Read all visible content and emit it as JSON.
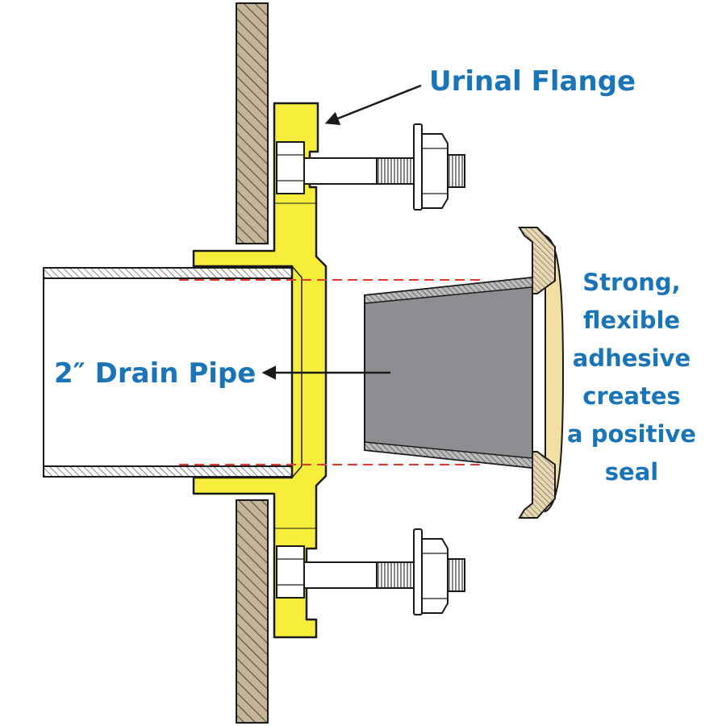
{
  "labels": {
    "flange": "Urinal Flange",
    "pipe": "2″ Drain Pipe",
    "adhesive_lines": [
      "Strong,",
      "flexible",
      "adhesive",
      "creates",
      "a positive",
      "seal"
    ]
  },
  "colors": {
    "label_blue": "#1a74b8",
    "flange_yellow": "#f7ee3c",
    "wall_brown": "#c4b49a",
    "seal_tan": "#f1dfa3",
    "spud_gray": "#8e8e92",
    "dash_red": "#e0392b",
    "outline": "#1a1a1a"
  }
}
